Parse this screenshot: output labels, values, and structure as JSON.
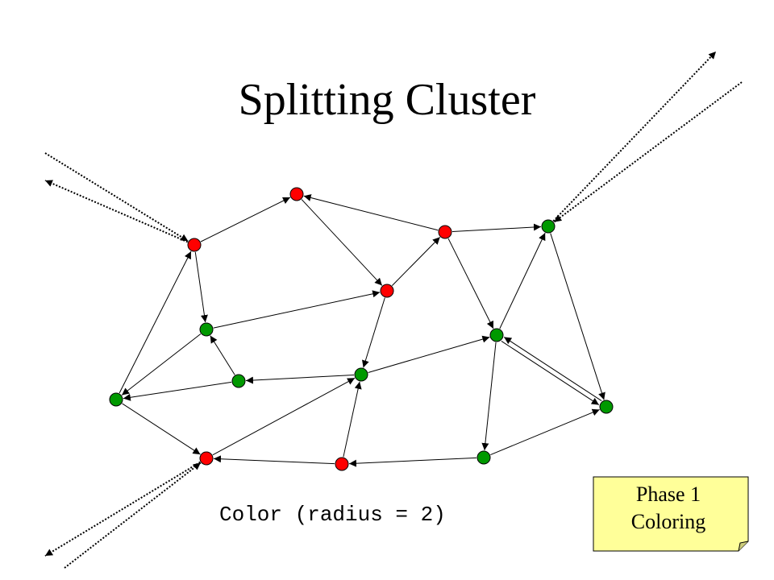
{
  "slide": {
    "title": "Splitting Cluster",
    "caption": "Color (radius = 2)",
    "note": {
      "line1": "Phase 1",
      "line2": "Coloring"
    }
  },
  "colors": {
    "red_node": "#ff0000",
    "green_node": "#009900",
    "edge": "#000000",
    "note_fill": "#ffff99"
  },
  "graph": {
    "nodes": [
      {
        "id": "n1",
        "color": "red"
      },
      {
        "id": "n2",
        "color": "red"
      },
      {
        "id": "n3",
        "color": "red"
      },
      {
        "id": "n4",
        "color": "green"
      },
      {
        "id": "n5",
        "color": "red"
      },
      {
        "id": "n6",
        "color": "green"
      },
      {
        "id": "n7",
        "color": "green"
      },
      {
        "id": "n8",
        "color": "green"
      },
      {
        "id": "n9",
        "color": "green"
      },
      {
        "id": "n10",
        "color": "green"
      },
      {
        "id": "n11",
        "color": "green"
      },
      {
        "id": "n12",
        "color": "red"
      },
      {
        "id": "n13",
        "color": "red"
      },
      {
        "id": "n14",
        "color": "green"
      }
    ],
    "edges": [
      {
        "from": "n1",
        "to": "n2"
      },
      {
        "from": "n3",
        "to": "n2"
      },
      {
        "from": "n2",
        "to": "n5"
      },
      {
        "from": "n3",
        "to": "n4"
      },
      {
        "from": "n5",
        "to": "n3"
      },
      {
        "from": "n3",
        "to": "n7"
      },
      {
        "from": "n1",
        "to": "n6"
      },
      {
        "from": "n6",
        "to": "n5"
      },
      {
        "from": "n5",
        "to": "n9"
      },
      {
        "from": "n6",
        "to": "n10"
      },
      {
        "from": "n8",
        "to": "n6"
      },
      {
        "from": "n10",
        "to": "n1"
      },
      {
        "from": "n8",
        "to": "n10"
      },
      {
        "from": "n9",
        "to": "n8"
      },
      {
        "from": "n9",
        "to": "n7"
      },
      {
        "from": "n7",
        "to": "n4"
      },
      {
        "from": "n4",
        "to": "n11"
      },
      {
        "from": "n7",
        "to": "n11"
      },
      {
        "from": "n11",
        "to": "n7"
      },
      {
        "from": "n7",
        "to": "n14"
      },
      {
        "from": "n10",
        "to": "n12"
      },
      {
        "from": "n12",
        "to": "n9"
      },
      {
        "from": "n13",
        "to": "n9"
      },
      {
        "from": "n13",
        "to": "n12"
      },
      {
        "from": "n14",
        "to": "n13"
      },
      {
        "from": "n14",
        "to": "n11"
      }
    ],
    "external_edges": [
      {
        "node": "n1",
        "direction": "in"
      },
      {
        "node": "n1",
        "direction": "out"
      },
      {
        "node": "n4",
        "direction": "out"
      },
      {
        "node": "n4",
        "direction": "in"
      },
      {
        "node": "n12",
        "direction": "out"
      },
      {
        "node": "n12",
        "direction": "in"
      }
    ]
  }
}
